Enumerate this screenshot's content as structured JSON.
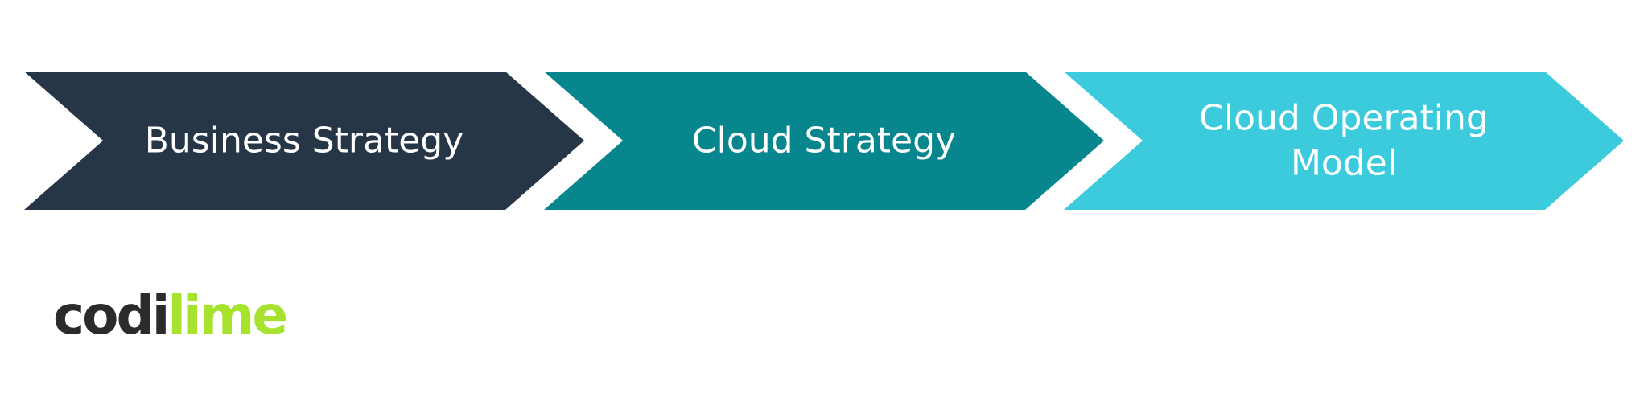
{
  "steps": [
    {
      "label_lines": [
        "Business Strategy"
      ],
      "color": "#263646"
    },
    {
      "label_lines": [
        "Cloud Strategy"
      ],
      "color": "#07868e"
    },
    {
      "label_lines": [
        "Cloud Operating",
        "Model"
      ],
      "color": "#3ccbdc"
    }
  ],
  "logo": {
    "part_a": "codi",
    "part_b": "lime",
    "part_a_color": "#2b2b2b",
    "part_b_color": "#a6e22e"
  }
}
